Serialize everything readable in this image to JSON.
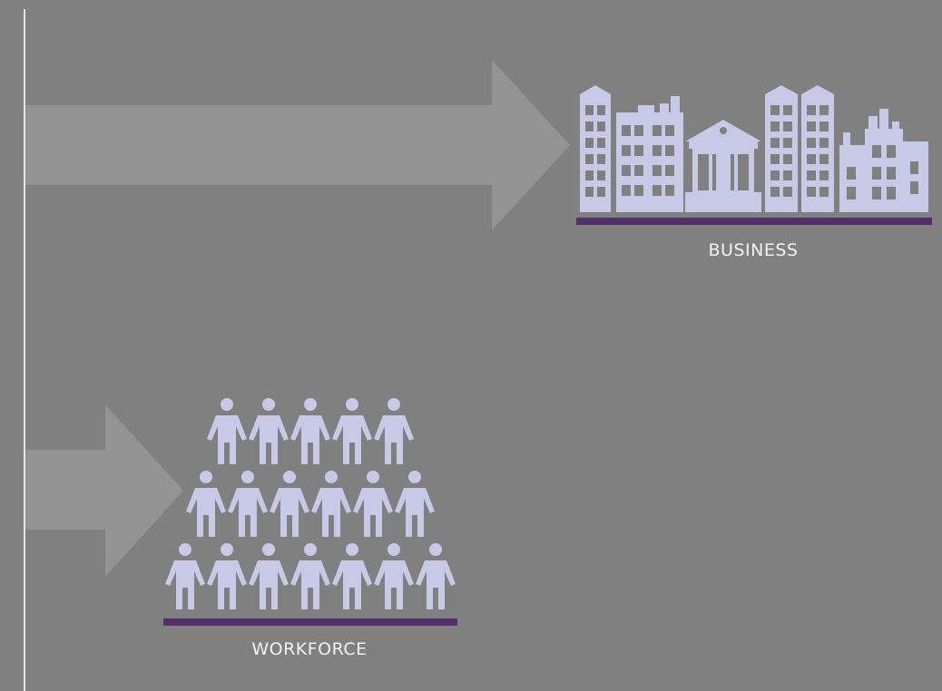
{
  "diagram": {
    "nodes": [
      {
        "id": "business",
        "label": "BUSINESS",
        "icon": "buildings-icon"
      },
      {
        "id": "workforce",
        "label": "WORKFORCE",
        "icon": "people-icon"
      }
    ],
    "people_rows": [
      5,
      6,
      7
    ]
  },
  "colors": {
    "background": "#808080",
    "arrow": "#939393",
    "icon": "#c8c9e6",
    "base_bar": "#51306a",
    "caption": "#f2f2f2",
    "left_rule": "#e6e6e6"
  }
}
